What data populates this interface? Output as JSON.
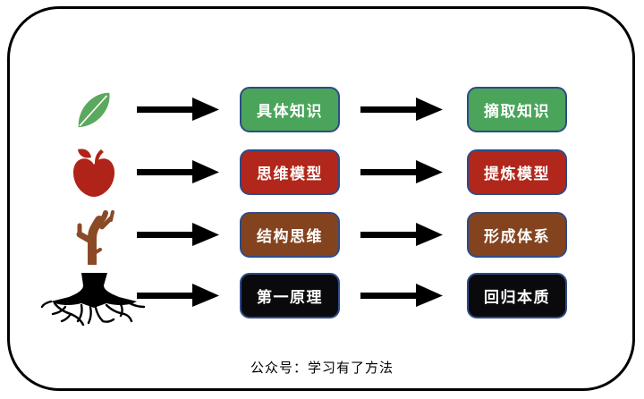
{
  "frame": {
    "background": "#ffffff",
    "border_color": "#000000"
  },
  "colors": {
    "green_box": "#4AA45A",
    "red_box": "#B1271B",
    "brown_box": "#84431F",
    "black_box": "#0A0A0C",
    "box_border_blue": "#2F4B87",
    "arrow_black": "#000000",
    "leaf_green": "#5BA85F",
    "apple_red": "#B02318",
    "branch_brown": "#8B4A26",
    "roots_black": "#000000",
    "box_text": "#ffffff"
  },
  "rows": [
    {
      "icon": "leaf-icon",
      "theme": "green",
      "step1": "具体知识",
      "step2": "摘取知识"
    },
    {
      "icon": "apple-icon",
      "theme": "red",
      "step1": "思维模型",
      "step2": "提炼模型"
    },
    {
      "icon": "branch-icon",
      "theme": "brown",
      "step1": "结构思维",
      "step2": "形成体系"
    },
    {
      "icon": "roots-icon",
      "theme": "black",
      "step1": "第一原理",
      "step2": "回归本质"
    }
  ],
  "footer": {
    "text": "公众号：学习有了方法"
  }
}
